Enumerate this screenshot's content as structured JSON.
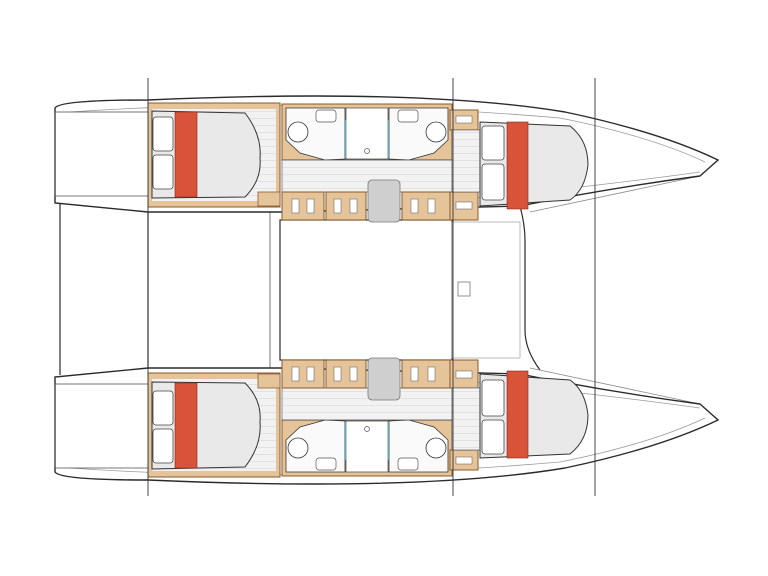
{
  "diagram": {
    "type": "catamaran deck layout plan",
    "hulls": 2,
    "cabins": 4,
    "colors": {
      "outline": "#2a2a2a",
      "wood": "#e6c49a",
      "wood_dark": "#8a5a2b",
      "bed": "#ececec",
      "mattress_stripe": "#d9533a",
      "floor": "#f1f1f1",
      "glass": "#7cc6dc",
      "background": "#ffffff"
    }
  }
}
